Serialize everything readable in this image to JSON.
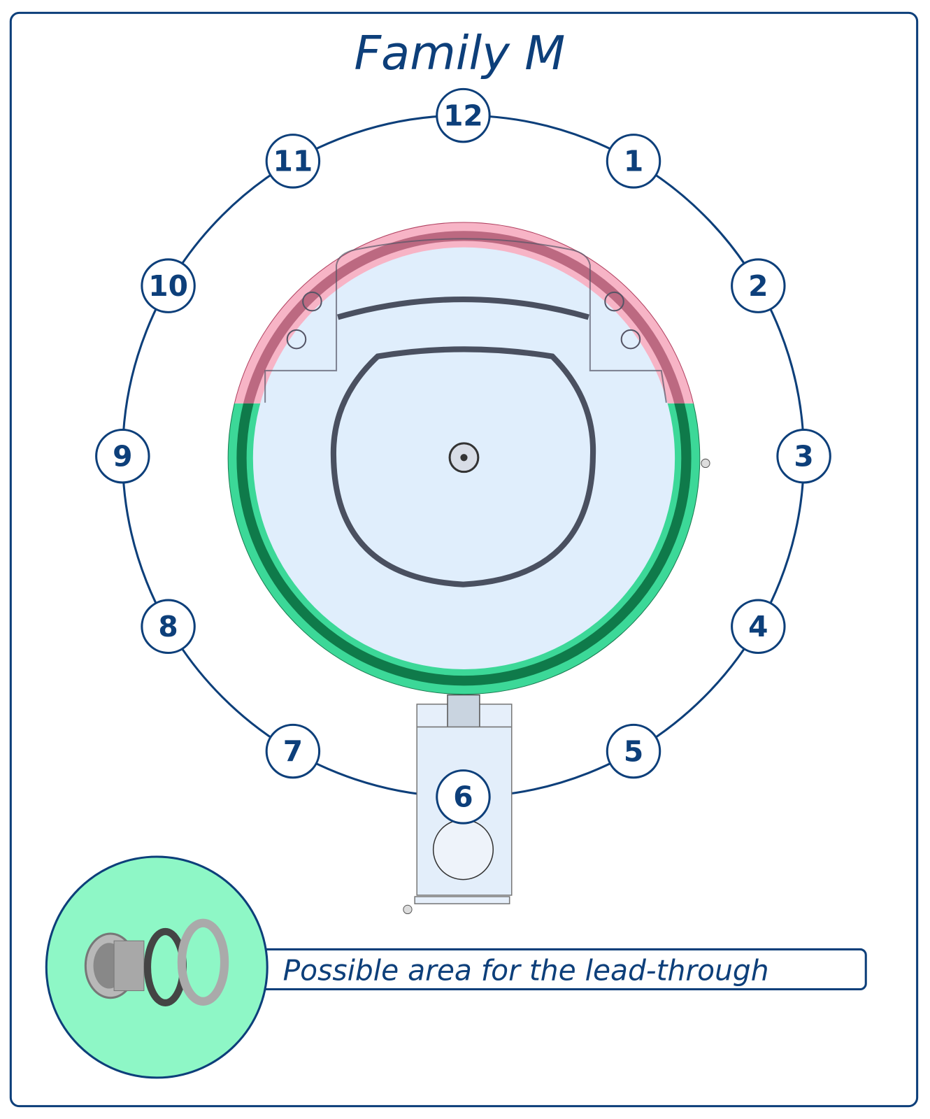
{
  "title": "Family M",
  "positions": [
    "12",
    "1",
    "2",
    "3",
    "4",
    "5",
    "6",
    "7",
    "8",
    "9",
    "10",
    "11"
  ],
  "caption": "Possible area for the lead-through",
  "colors": {
    "navy": "#0d3f7a",
    "restricted_zone": "#f7b4c6",
    "possible_zone": "#3cd898",
    "tank_fill": "#e0eefc",
    "inset_fill": "#8ef7c6"
  }
}
